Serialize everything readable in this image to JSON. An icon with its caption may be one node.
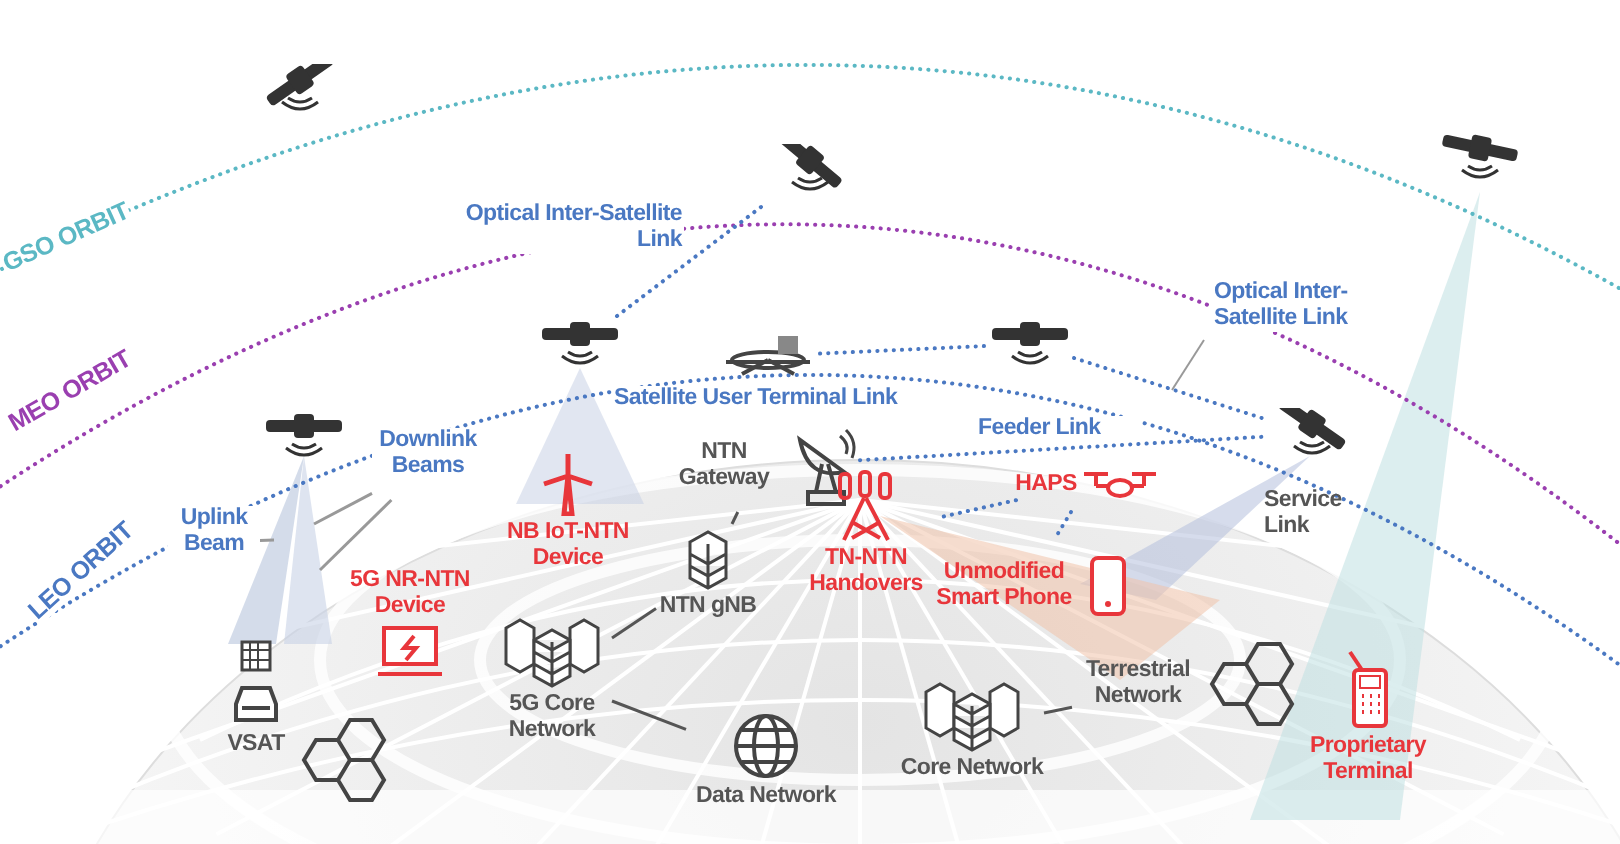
{
  "diagram": {
    "nodes": [
      {
        "text": [],
        "shape": "picture"
      },
      {
        "text": [],
        "shape": "picture"
      },
      {
        "text": [],
        "shape": "picture"
      },
      {
        "text": [],
        "shape": "picture"
      },
      {
        "text": [],
        "shape": "picture"
      },
      {
        "text": [],
        "shape": "picture"
      },
      {
        "text": [],
        "shape": "picture"
      },
      {
        "text": [],
        "shape": "picture"
      },
      {
        "text": [
          "NTN Gateway"
        ]
      },
      {
        "text": [
          "HAPS"
        ]
      },
      {
        "text": [
          "Uplink Beam"
        ]
      },
      {
        "text": [
          "Downlink Beams"
        ]
      },
      {
        "text": [
          "NB IoT-NTN Device"
        ]
      },
      {
        "text": [
          "TN-NTN Handovers"
        ]
      },
      {
        "text": [
          "5G NR-NTN Device"
        ]
      },
      {
        "text": [
          "NTN gNB"
        ]
      },
      {
        "text": [
          "Unmodified Smart Phone"
        ]
      },
      {
        "text": [
          "Terrestrial Network"
        ]
      },
      {
        "text": [
          "VSAT"
        ]
      },
      {
        "text": [
          "5G Core Network"
        ]
      },
      {
        "text": [],
        "shape": "picture"
      },
      {
        "text": [
          "Core Network"
        ]
      },
      {
        "text": [
          "Proprietary Terminal"
        ]
      },
      {
        "text": [
          "Data Network"
        ]
      },
      {
        "text": [],
        "shape": "cone"
      },
      {
        "text": [],
        "shape": "cone"
      }
    ],
    "edges": [
      {
        "from": 4,
        "to": 1,
        "arrow": "none",
        "label": "Optical Inter-Satellite Link",
        "style": "dashed"
      },
      {
        "from": 7,
        "to": 5,
        "arrow": "none",
        "label": "Satellite User Terminal Link",
        "style": "dashed"
      },
      {
        "from": 5,
        "to": 6,
        "arrow": "none",
        "label": "Optical Inter-Satellite Link",
        "style": "dashed"
      },
      {
        "from": 8,
        "to": 6,
        "arrow": "none",
        "label": "Feeder Link",
        "style": "dashed"
      },
      {
        "from": 9,
        "to": 13,
        "arrow": "none",
        "style": "dashed"
      },
      {
        "from": 9,
        "to": 16,
        "arrow": "none",
        "style": "dashed"
      },
      {
        "from": 8,
        "to": 15,
        "arrow": "none",
        "color": "#555555"
      },
      {
        "from": 15,
        "to": 19,
        "arrow": "none",
        "color": "#555555"
      },
      {
        "from": 19,
        "to": 23,
        "arrow": "none",
        "color": "#555555"
      },
      {
        "from": 21,
        "to": 17,
        "arrow": "none",
        "color": "#555555"
      },
      {
        "from": 10,
        "to": 24,
        "arrow": "none",
        "color": "#999999"
      },
      {
        "from": 11,
        "to": 25,
        "arrow": "none",
        "color": "#999999"
      },
      {
        "from": 11,
        "to": 25,
        "arrow": "none",
        "color": "#999999"
      }
    ],
    "labels": [
      "GSO ORBIT",
      "MEO ORBIT",
      "LEO ORBIT",
      "Service Link"
    ]
  }
}
